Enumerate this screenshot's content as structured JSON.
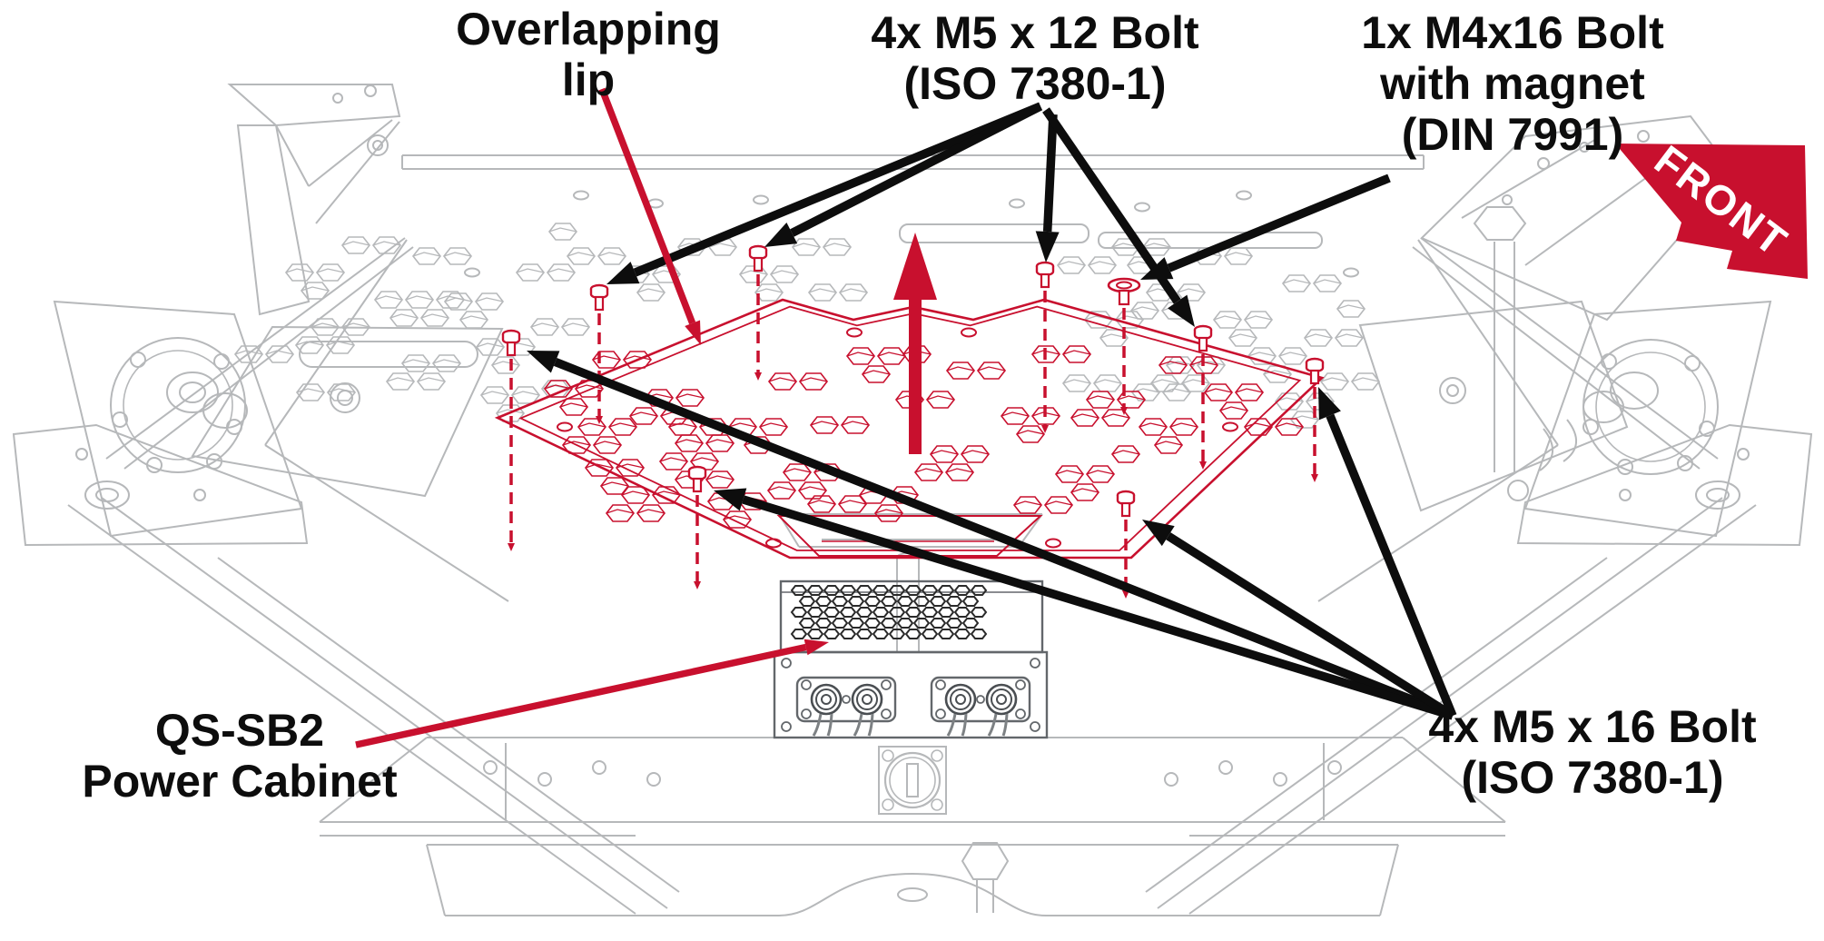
{
  "colors": {
    "accent_red": "#c8102e",
    "line_gray": "#b6b8ba",
    "cabinet_gray": "#63676b",
    "black": "#0d0d0d",
    "background": "#ffffff"
  },
  "labels": {
    "overlapping_lip": {
      "lines": [
        "Overlapping",
        "lip"
      ]
    },
    "m5x12_bolt": {
      "lines": [
        "4x M5 x 12 Bolt",
        "(ISO 7380-1)"
      ]
    },
    "m4x16_bolt": {
      "lines": [
        "1x M4x16 Bolt",
        "with magnet",
        "(DIN 7991)"
      ]
    },
    "qs_sb2": {
      "lines": [
        "QS-SB2",
        "Power Cabinet"
      ]
    },
    "m5x16_bolt": {
      "lines": [
        "4x M5 x 16 Bolt",
        "(ISO 7380-1)"
      ]
    },
    "front_marker": {
      "text": "FRONT"
    }
  },
  "callouts": [
    {
      "label": "Overlapping lip",
      "type": "red-leader",
      "targets": 1
    },
    {
      "label": "4x M5 x 12 Bolt (ISO 7380-1)",
      "type": "black-arrow-fan",
      "targets": 4
    },
    {
      "label": "1x M4x16 Bolt with magnet (DIN 7991)",
      "type": "black-arrow",
      "targets": 1
    },
    {
      "label": "QS-SB2 Power Cabinet",
      "type": "red-leader",
      "targets": 1
    },
    {
      "label": "4x M5 x 16 Bolt (ISO 7380-1)",
      "type": "black-arrow-fan",
      "targets": 4
    }
  ]
}
